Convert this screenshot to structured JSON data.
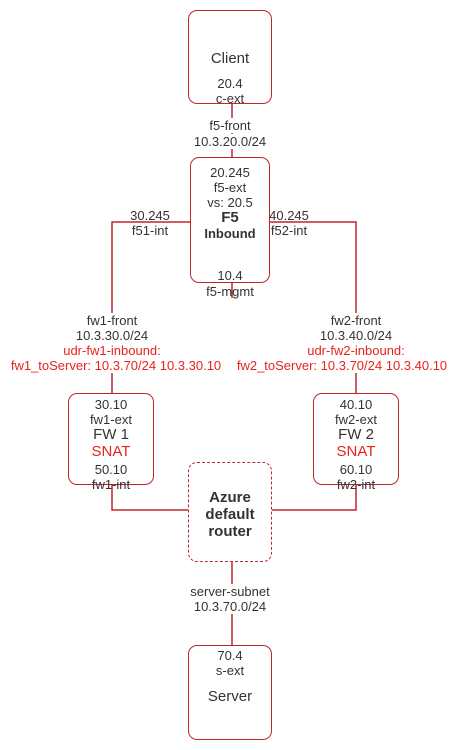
{
  "client": {
    "name": "Client",
    "ip": "20.4",
    "iface": "c-ext"
  },
  "f5_front": {
    "name": "f5-front",
    "subnet": "10.3.20.0/24"
  },
  "f5": {
    "ext_ip": "20.245",
    "ext_iface": "f5-ext",
    "vs": "vs: 20.5",
    "title": "F5",
    "subtitle": "Inbound",
    "mgmt_ip": "10.4",
    "mgmt_iface": "f5-mgmt",
    "int1_ip": "30.245",
    "int1_iface": "f51-int",
    "int2_ip": "40.245",
    "int2_iface": "f52-int"
  },
  "fw1_front": {
    "name": "fw1-front",
    "subnet": "10.3.30.0/24",
    "udr": "udr-fw1-inbound:",
    "route": "fw1_toServer: 10.3.70/24 10.3.30.10"
  },
  "fw2_front": {
    "name": "fw2-front",
    "subnet": "10.3.40.0/24",
    "udr": "udr-fw2-inbound:",
    "route": "fw2_toServer: 10.3.70/24 10.3.40.10"
  },
  "fw1": {
    "ext_ip": "30.10",
    "ext_iface": "fw1-ext",
    "name": "FW 1",
    "nat": "SNAT",
    "int_ip": "50.10",
    "int_iface": "fw1-int"
  },
  "fw2": {
    "ext_ip": "40.10",
    "ext_iface": "fw2-ext",
    "name": "FW 2",
    "nat": "SNAT",
    "int_ip": "60.10",
    "int_iface": "fw2-int"
  },
  "router": {
    "line1": "Azure",
    "line2": "default",
    "line3": "router"
  },
  "server_subnet": {
    "name": "server-subnet",
    "subnet": "10.3.70.0/24"
  },
  "server": {
    "ip": "70.4",
    "iface": "s-ext",
    "name": "Server"
  },
  "colors": {
    "line": "#c0272d",
    "accent": "#e8231d",
    "text": "#333333"
  }
}
